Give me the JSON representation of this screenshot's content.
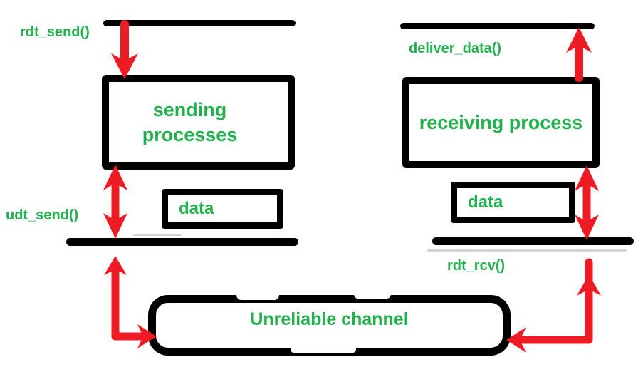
{
  "diagram": {
    "function_labels": {
      "rdt_send": "rdt_send()",
      "deliver_data": "deliver_data()",
      "udt_send": "udt_send()",
      "rdt_rcv": "rdt_rcv()"
    },
    "sending_process_box": {
      "line1": "sending",
      "line2": "processes"
    },
    "receiving_process_box": {
      "label": "receiving process"
    },
    "data_box_left": {
      "label": "data"
    },
    "data_box_right": {
      "label": "data"
    },
    "unreliable_channel_box": {
      "label": "Unreliable channel"
    },
    "colors": {
      "label_green": "#22b14c",
      "arrow_red": "#ed1c24",
      "shape_black": "#000000",
      "background": "#ffffff"
    }
  }
}
